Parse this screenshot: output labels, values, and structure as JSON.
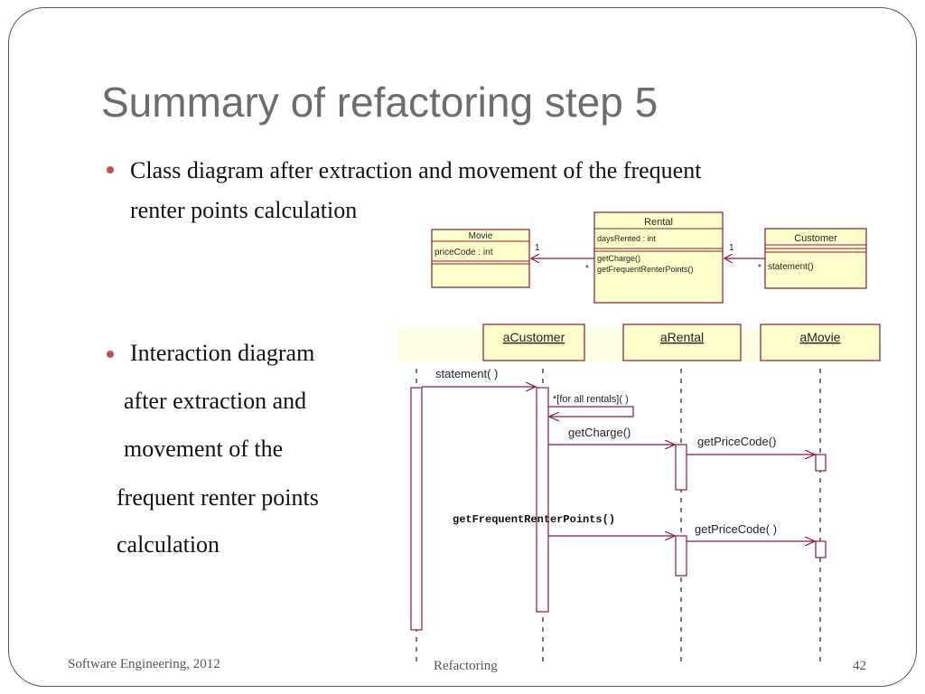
{
  "slide": {
    "title": "Summary of refactoring step 5",
    "bullet1": {
      "line1": "Class diagram after extraction and movement of the frequent",
      "line2": "renter points calculation"
    },
    "bullet2": {
      "lines": [
        "Interaction diagram",
        "after extraction and",
        "movement of the",
        "frequent renter points",
        "calculation"
      ]
    },
    "footer": {
      "left": "Software Engineering, 2012",
      "center": "Refactoring",
      "page": "42"
    }
  },
  "class_diagram": {
    "movie": {
      "name": "Movie",
      "attr": "priceCode : int"
    },
    "rental": {
      "name": "Rental",
      "attr": "daysRented : int",
      "op1": "getCharge()",
      "op2": "getFrequentRenterPoints()"
    },
    "customer": {
      "name": "Customer",
      "op1": "statement()"
    },
    "mult": {
      "movie_end": "1",
      "rental_to_movie": "*",
      "rental_end": "1",
      "customer_to_rental": "*"
    }
  },
  "sequence_diagram": {
    "objects": {
      "customer": "aCustomer",
      "rental": "aRental",
      "movie": "aMovie"
    },
    "messages": {
      "statement": "statement( )",
      "loop": "*[for all rentals]( )",
      "getCharge": "getCharge()",
      "getPriceCode1": "getPriceCode()",
      "getFrequent": "getFrequentRenterPoints()",
      "getPriceCode2": "getPriceCode( )"
    }
  },
  "colors": {
    "uml_fill": "#ffffcc",
    "uml_border": "#8b1a3a",
    "bullet": "#c0504d",
    "title": "#6d6d6d"
  }
}
